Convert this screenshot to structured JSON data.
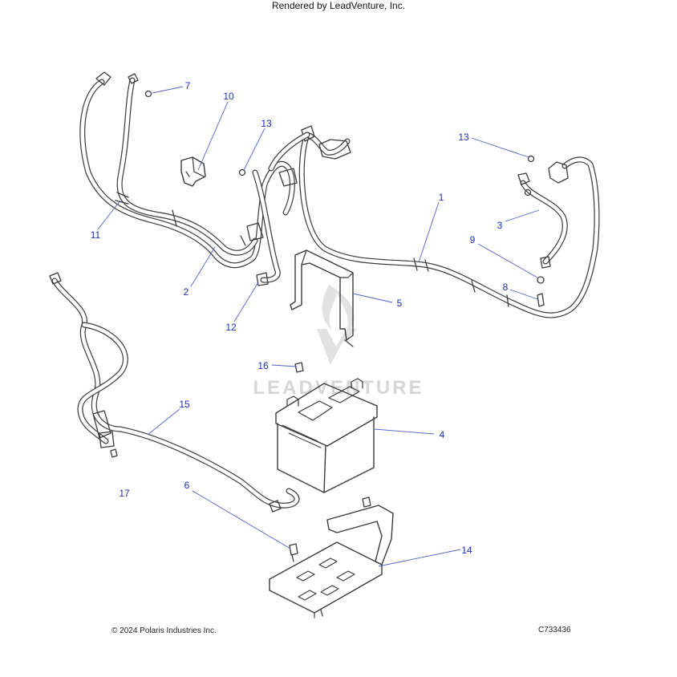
{
  "watermark": {
    "text": "LEADVENTURE"
  },
  "callouts": [
    {
      "id": "1",
      "label": "1"
    },
    {
      "id": "2",
      "label": "2"
    },
    {
      "id": "3",
      "label": "3"
    },
    {
      "id": "4",
      "label": "4"
    },
    {
      "id": "5",
      "label": "5"
    },
    {
      "id": "6",
      "label": "6"
    },
    {
      "id": "7",
      "label": "7"
    },
    {
      "id": "8",
      "label": "8"
    },
    {
      "id": "9",
      "label": "9"
    },
    {
      "id": "10",
      "label": "10"
    },
    {
      "id": "11",
      "label": "11"
    },
    {
      "id": "12",
      "label": "12"
    },
    {
      "id": "13a",
      "label": "13"
    },
    {
      "id": "13b",
      "label": "13"
    },
    {
      "id": "14",
      "label": "14"
    },
    {
      "id": "15",
      "label": "15"
    },
    {
      "id": "16",
      "label": "16"
    },
    {
      "id": "17",
      "label": "17"
    }
  ],
  "footer": {
    "copyright": "© 2024 Polaris Industries Inc.",
    "code": "C733436",
    "rendered_by": "Rendered by LeadVenture, Inc."
  }
}
